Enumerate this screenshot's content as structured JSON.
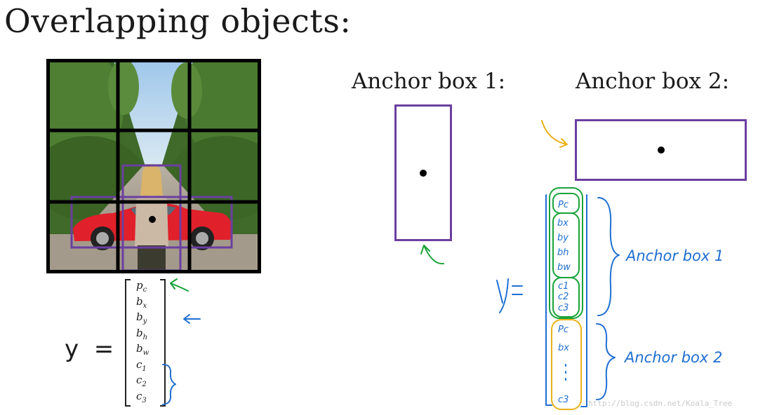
{
  "title": "Overlapping objects:",
  "anchor_box_1": {
    "label": "Anchor box 1:"
  },
  "anchor_box_2": {
    "label": "Anchor box 2:"
  },
  "equation": {
    "lhs": "y  =",
    "entries": [
      {
        "base": "p",
        "sub": "c"
      },
      {
        "base": "b",
        "sub": "x"
      },
      {
        "base": "b",
        "sub": "y"
      },
      {
        "base": "b",
        "sub": "h"
      },
      {
        "base": "b",
        "sub": "w"
      },
      {
        "base": "c",
        "sub": "1"
      },
      {
        "base": "c",
        "sub": "2"
      },
      {
        "base": "c",
        "sub": "3"
      }
    ]
  },
  "handwriting": {
    "y_eq": "y =",
    "group1_label": "Anchor box 1",
    "group2_label": "Anchor box 2",
    "group1_entries": [
      "Pc",
      "bx",
      "by",
      "bh",
      "bw",
      "c1",
      "c2",
      "c3"
    ],
    "group2_entries": [
      "Pc",
      "bx",
      "c3"
    ]
  },
  "watermark": "http://blog.csdn.net/Koala_Tree",
  "colors": {
    "box_purple": "#6b3fa0",
    "ink_blue": "#1f6fd1",
    "ink_green": "#19a33a",
    "ink_yellow": "#e9b21a"
  }
}
